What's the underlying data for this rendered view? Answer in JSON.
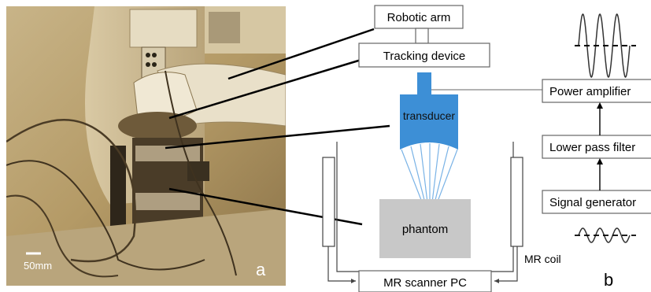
{
  "photo": {
    "scale_label": "50mm",
    "panel_label": "a"
  },
  "diagram": {
    "panel_label": "b",
    "robotic_arm": "Robotic arm",
    "tracking_device": "Tracking device",
    "transducer": "transducer",
    "phantom": "phantom",
    "mr_coil": "MR coil",
    "mr_scanner_pc": "MR scanner PC",
    "power_amplifier": "Power amplifier",
    "lower_pass_filter": "Lower pass filter",
    "signal_generator": "Signal generator"
  },
  "colors": {
    "transducer_fill": "#3d8fd6",
    "phantom_fill": "#c8c8c8",
    "photo_tint": "#c9a86a"
  }
}
